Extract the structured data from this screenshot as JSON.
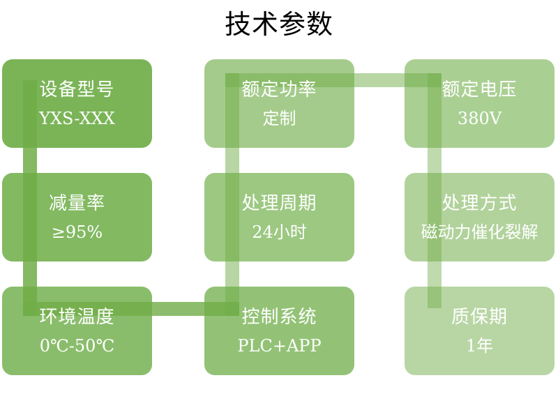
{
  "title": "技术参数",
  "colors": {
    "background": "#ffffff",
    "title_text": "#000000",
    "box_text": "#ffffff",
    "connector_base": "#70ad47"
  },
  "boxes": [
    {
      "name": "device-model",
      "title": "设备型号",
      "value": "YXS-XXX",
      "color": "#7ab457",
      "row": 0,
      "col": 0
    },
    {
      "name": "rated-power",
      "title": "额定功率",
      "value": "定制",
      "color": "#a4cb8b",
      "row": 0,
      "col": 1
    },
    {
      "name": "rated-voltage",
      "title": "额定电压",
      "value": "380V",
      "color": "#aacf93",
      "row": 0,
      "col": 2
    },
    {
      "name": "reduction-rate",
      "title": "减量率",
      "value": "≥95%",
      "color": "#82b961",
      "row": 1,
      "col": 0
    },
    {
      "name": "treatment-cycle",
      "title": "处理周期",
      "value": "24小时",
      "color": "#9cc881",
      "row": 1,
      "col": 1
    },
    {
      "name": "treatment-method",
      "title": "处理方式",
      "value": "磁动力催化裂解",
      "color": "#b1d29b",
      "row": 1,
      "col": 2
    },
    {
      "name": "ambient-temperature",
      "title": "环境温度",
      "value": "0℃-50℃",
      "color": "#8abd6b",
      "row": 2,
      "col": 0
    },
    {
      "name": "control-system",
      "title": "控制系统",
      "value": "PLC+APP",
      "color": "#93c276",
      "row": 2,
      "col": 1
    },
    {
      "name": "warranty-period",
      "title": "质保期",
      "value": "1年",
      "color": "#b8d6a4",
      "row": 2,
      "col": 2
    }
  ]
}
